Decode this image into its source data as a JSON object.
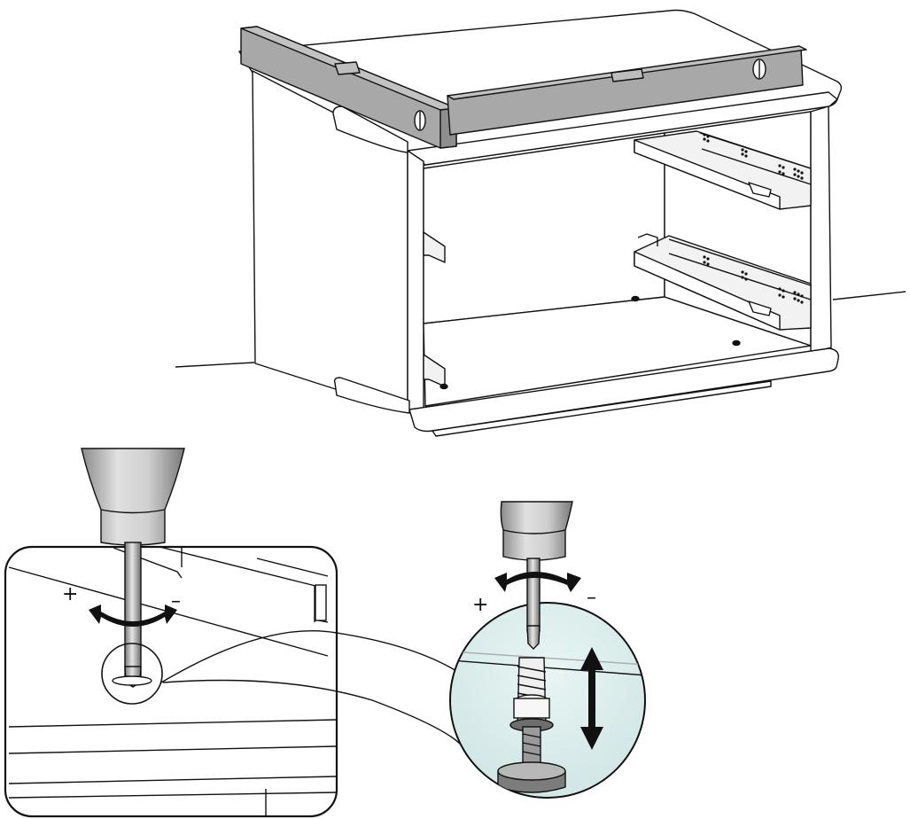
{
  "scene": {
    "top": "cabinet-with-drawer-slides-and-spirit-levels",
    "bottom_left": "screwdriver-adjusting-foot-through-bottom-hole",
    "bottom_right": "detail-of-adjustable-leveling-foot"
  },
  "left_detail": {
    "plus_sign": "+",
    "minus_sign": "–"
  },
  "right_detail": {
    "plus_sign": "+",
    "minus_sign": "–"
  },
  "colors": {
    "line": "#111111",
    "level_body": "#a4a4a4",
    "level_face": "#c6c6c6",
    "handle_dark": "#8e8e8e",
    "handle_light": "#d9d9d9",
    "rail": "#f2f2f2",
    "bubble_fill": "#dceeee",
    "foot_base": "#7c7c7c"
  },
  "icons": {
    "rotate_arrows": "double-headed-curved-arrow-icon",
    "height_arrow": "vertical-double-arrow-icon"
  }
}
